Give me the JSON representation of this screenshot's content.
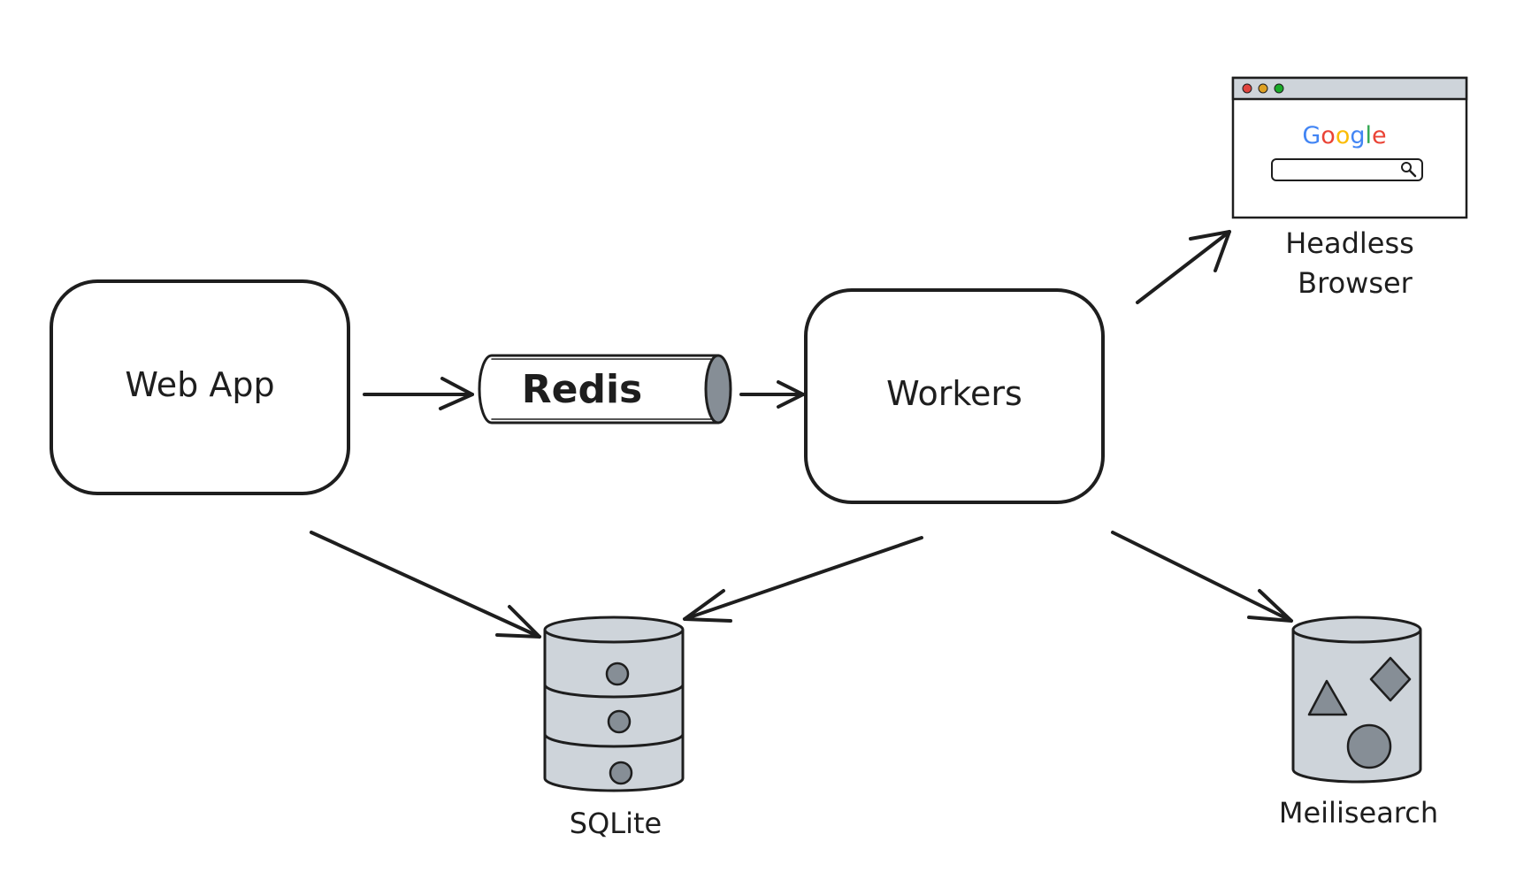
{
  "nodes": {
    "web_app": {
      "label": "Web App"
    },
    "redis": {
      "label": "Redis"
    },
    "workers": {
      "label": "Workers"
    },
    "headless_browser": {
      "label_line1": "Headless",
      "label_line2": "Browser"
    },
    "sqlite": {
      "label": "SQLite"
    },
    "meilisearch": {
      "label": "Meilisearch"
    }
  },
  "browser_window": {
    "logo_letters": [
      "G",
      "o",
      "o",
      "g",
      "l",
      "e"
    ],
    "logo_colors": [
      "#4285F4",
      "#EA4335",
      "#FBBC05",
      "#4285F4",
      "#34A853",
      "#EA4335"
    ],
    "title_dots": [
      "#e0443e",
      "#dea123",
      "#1aab29"
    ],
    "search_icon": "magnifier-icon"
  },
  "colors": {
    "stroke": "#1e1e1e",
    "fill_gray": "#ced4da",
    "fill_dark": "#868e96"
  },
  "edges": [
    {
      "from": "Web App",
      "to": "Redis"
    },
    {
      "from": "Redis",
      "to": "Workers"
    },
    {
      "from": "Workers",
      "to": "Headless Browser"
    },
    {
      "from": "Web App",
      "to": "SQLite"
    },
    {
      "from": "Workers",
      "to": "SQLite"
    },
    {
      "from": "Workers",
      "to": "Meilisearch"
    }
  ]
}
